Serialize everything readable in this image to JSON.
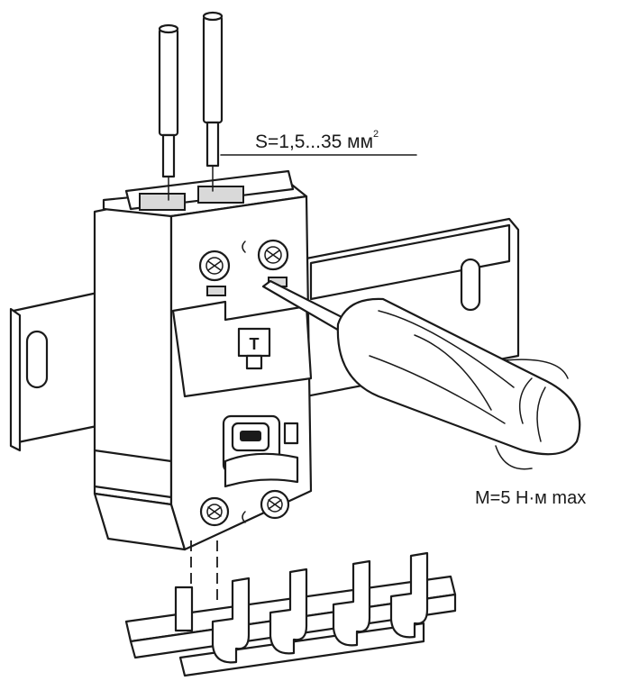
{
  "labels": {
    "cross_section": "S=1,5...35 мм",
    "cross_section_exp": "2",
    "torque": "M=5 Н·м max"
  },
  "device": {
    "test_button": "T"
  },
  "colors": {
    "ink": "#1a1a1a",
    "background": "#ffffff"
  }
}
